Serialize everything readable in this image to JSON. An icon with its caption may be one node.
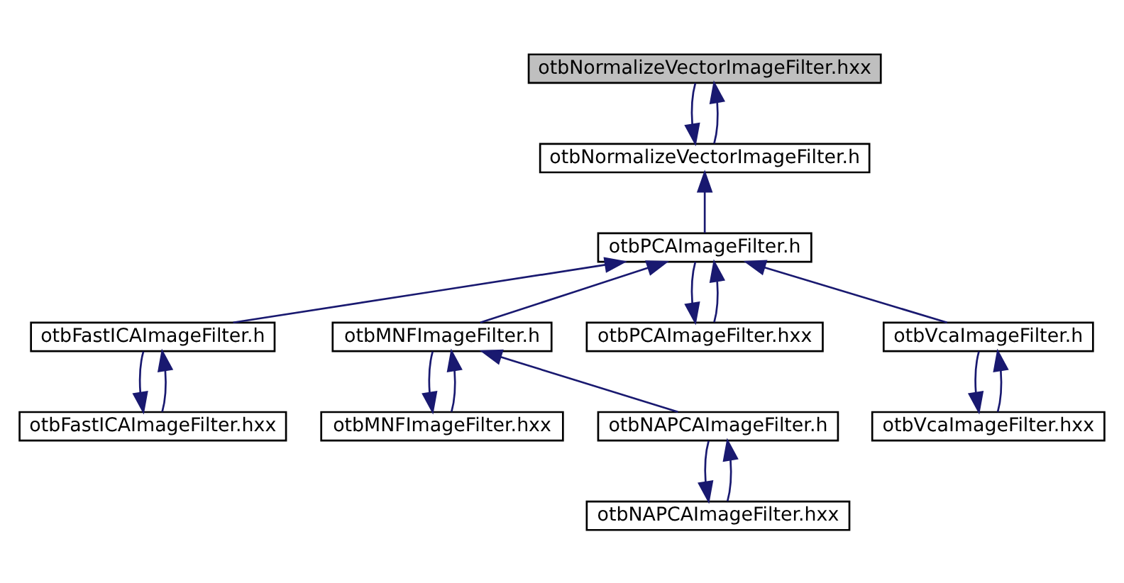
{
  "diagram": {
    "nodes": [
      {
        "text": [
          "otbNormalizeVectorImageFilter.hxx"
        ]
      },
      {
        "text": [
          "otbNormalizeVectorImageFilter.h"
        ]
      },
      {
        "text": [
          "otbPCAImageFilter.h"
        ]
      },
      {
        "text": [
          "otbFastICAImageFilter.h"
        ]
      },
      {
        "text": [
          "otbMNFImageFilter.h"
        ]
      },
      {
        "text": [
          "otbPCAImageFilter.hxx"
        ]
      },
      {
        "text": [
          "otbVcaImageFilter.h"
        ]
      },
      {
        "text": [
          "otbFastICAImageFilter.hxx"
        ]
      },
      {
        "text": [
          "otbMNFImageFilter.hxx"
        ]
      },
      {
        "text": [
          "otbNAPCAImageFilter.h"
        ]
      },
      {
        "text": [
          "otbVcaImageFilter.hxx"
        ]
      },
      {
        "text": [
          "otbNAPCAImageFilter.hxx"
        ]
      }
    ],
    "edges": [
      {
        "from": 0,
        "to": 1,
        "arrow": "to"
      },
      {
        "from": 1,
        "to": 0,
        "arrow": "to"
      },
      {
        "from": 2,
        "to": 1,
        "arrow": "to"
      },
      {
        "from": 3,
        "to": 2,
        "arrow": "to"
      },
      {
        "from": 4,
        "to": 2,
        "arrow": "to"
      },
      {
        "from": 2,
        "to": 5,
        "arrow": "to"
      },
      {
        "from": 5,
        "to": 2,
        "arrow": "to"
      },
      {
        "from": 6,
        "to": 2,
        "arrow": "to"
      },
      {
        "from": 3,
        "to": 7,
        "arrow": "to"
      },
      {
        "from": 7,
        "to": 3,
        "arrow": "to"
      },
      {
        "from": 4,
        "to": 8,
        "arrow": "to"
      },
      {
        "from": 8,
        "to": 4,
        "arrow": "to"
      },
      {
        "from": 9,
        "to": 4,
        "arrow": "to"
      },
      {
        "from": 9,
        "to": 11,
        "arrow": "to"
      },
      {
        "from": 11,
        "to": 9,
        "arrow": "to"
      },
      {
        "from": 6,
        "to": 10,
        "arrow": "to"
      },
      {
        "from": 10,
        "to": 6,
        "arrow": "to"
      }
    ]
  }
}
